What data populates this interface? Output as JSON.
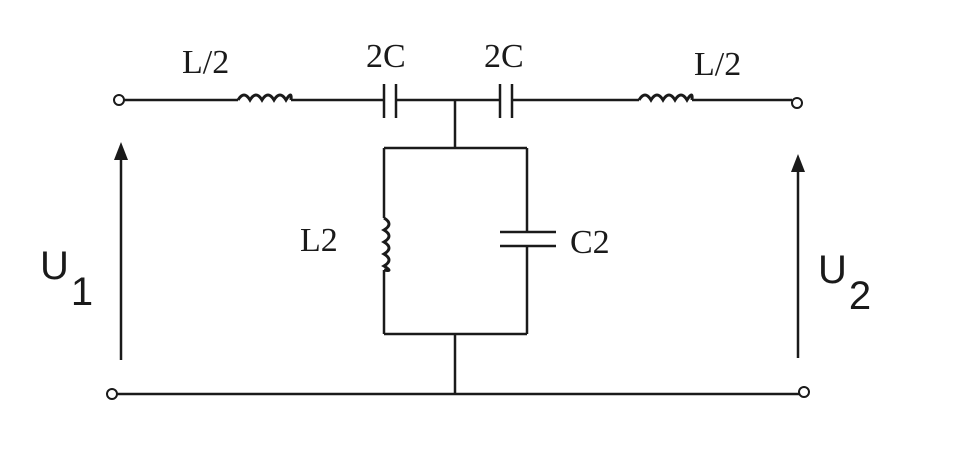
{
  "diagram": {
    "labels": {
      "series_inductor_left": "L/2",
      "series_cap_left": "2C",
      "series_cap_right": "2C",
      "series_inductor_right": "L/2",
      "shunt_inductor": "L2",
      "shunt_capacitor": "C2",
      "input_voltage_symbol": "U",
      "input_voltage_index": "1",
      "output_voltage_symbol": "U",
      "output_voltage_index": "2"
    }
  }
}
